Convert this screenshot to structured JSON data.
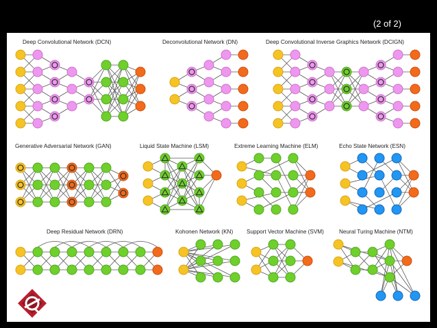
{
  "slide_counter": "(2 of 2)",
  "colors": {
    "input": "#f6c325",
    "hidden": "#6fcf2c",
    "output": "#f26a1b",
    "pink": "#ee97ee",
    "recurrent": "#2196f3",
    "edge": "#555555"
  },
  "networks": [
    {
      "id": "dcn",
      "title": "Deep Convolutional Network (DCN)"
    },
    {
      "id": "dn",
      "title": "Deconvolutional Network (DN)"
    },
    {
      "id": "dcign",
      "title": "Deep Convolutional Inverse Graphics Network (DCIGN)"
    },
    {
      "id": "gan",
      "title": "Generative Adversarial Network (GAN)"
    },
    {
      "id": "lsm",
      "title": "Liquid State Machine (LSM)"
    },
    {
      "id": "elm",
      "title": "Extreme Learning Machine (ELM)"
    },
    {
      "id": "esn",
      "title": "Echo State Network (ESN)"
    },
    {
      "id": "drn",
      "title": "Deep Residual Network (DRN)"
    },
    {
      "id": "kn",
      "title": "Kohonen Network (KN)"
    },
    {
      "id": "svm",
      "title": "Support Vector Machine (SVM)"
    },
    {
      "id": "ntm",
      "title": "Neural Turing Machine (NTM)"
    }
  ],
  "logo": {
    "icon": "logo-icon"
  }
}
